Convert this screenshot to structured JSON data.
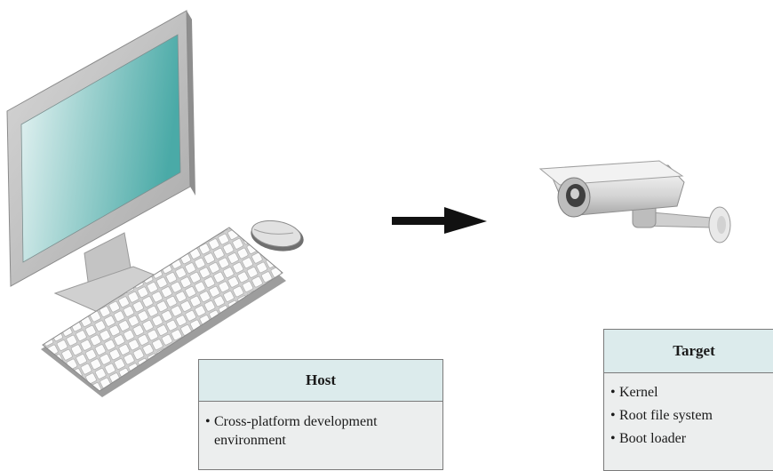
{
  "host": {
    "title": "Host",
    "items": [
      "Cross-platform development environment"
    ]
  },
  "target": {
    "title": "Target",
    "items": [
      "Kernel",
      "Root file system",
      "Boot loader"
    ]
  },
  "colors": {
    "screen": "#5fb6b4",
    "box_header": "#dcebec",
    "box_body": "#eceeee",
    "arrow": "#111111"
  },
  "icons": [
    "desktop-monitor-icon",
    "keyboard-icon",
    "mouse-icon",
    "arrow-right-icon",
    "security-camera-icon"
  ]
}
